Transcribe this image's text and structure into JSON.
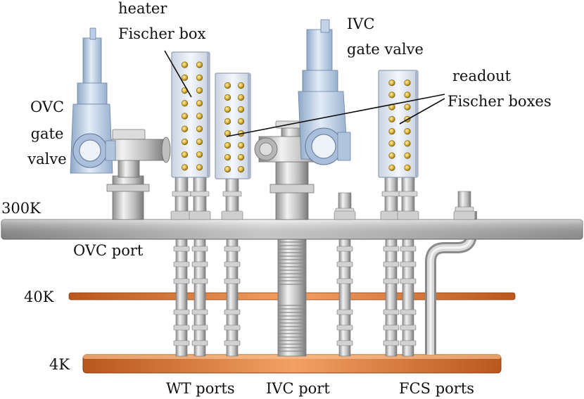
{
  "labels": {
    "heater": "heater",
    "heater_box": "Fischer box",
    "ivc": "IVC",
    "ivc_valve": "gate valve",
    "readout": "readout",
    "readout_boxes": "Fischer boxes",
    "ovc1": "OVC",
    "ovc2": "gate",
    "ovc3": "valve",
    "t300": "300K",
    "ovc_port": "OVC port",
    "t40": "40K",
    "t4": "4K",
    "wt_ports": "WT ports",
    "ivc_port": "IVC port",
    "fcs_ports": "FCS ports"
  },
  "colors": {
    "plate_300k": "#c8c8c8",
    "plate_40k": "#e07a32",
    "plate_4k": "#d9783a",
    "valve_blue": "#b9cde6",
    "connector_gold": "#d8b23a",
    "pipe_gray": "#c4c4c4"
  }
}
